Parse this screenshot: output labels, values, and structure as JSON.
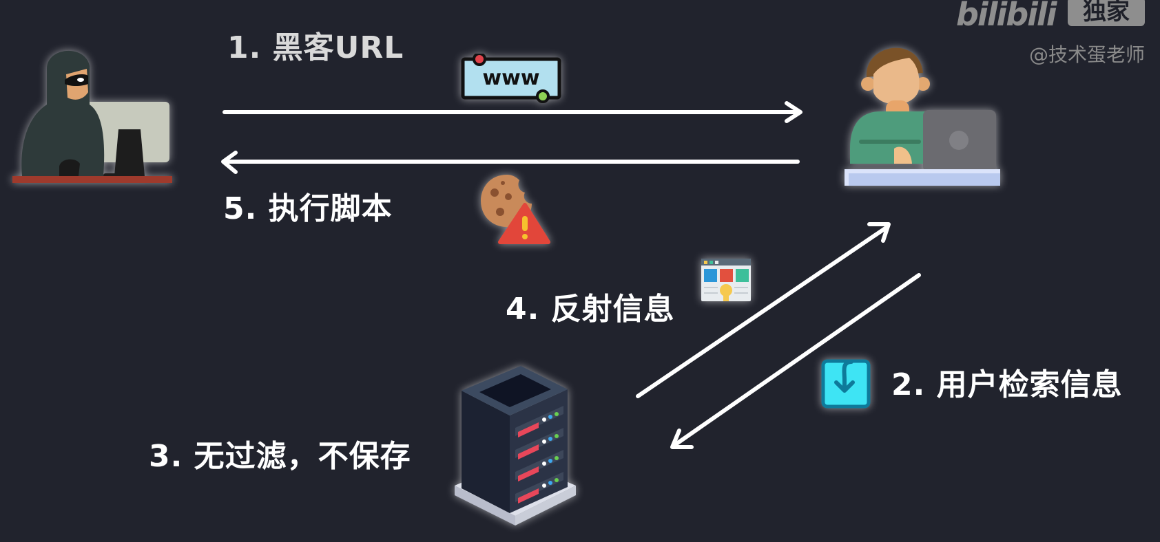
{
  "watermark": {
    "logo": "bilibili",
    "badge": "独家",
    "author": "@技术蛋老师"
  },
  "steps": [
    {
      "label": "1. 黑客URL",
      "direction": "hacker-to-user"
    },
    {
      "label": "2. 用户检索信息",
      "direction": "user-to-server"
    },
    {
      "label": "3. 无过滤，不保存",
      "direction": "server"
    },
    {
      "label": "4. 反射信息",
      "direction": "server-to-user"
    },
    {
      "label": "5. 执行脚本",
      "direction": "user-to-hacker"
    }
  ],
  "actors": {
    "hacker": "hacker-at-computer",
    "user": "user-with-laptop",
    "server": "server-rack"
  },
  "icons": {
    "url": "www-browser-icon",
    "cookie": "cookie-warning-icon",
    "webpage": "webpage-layout-icon",
    "download": "download-box-icon"
  },
  "url_icon_text": "www",
  "colors": {
    "background": "#21232d",
    "text": "#ffffff",
    "arrow": "#ffffff",
    "warning": "#e0443a",
    "download_icon": "#3ee4f4",
    "server_led_red": "#e8475a"
  }
}
